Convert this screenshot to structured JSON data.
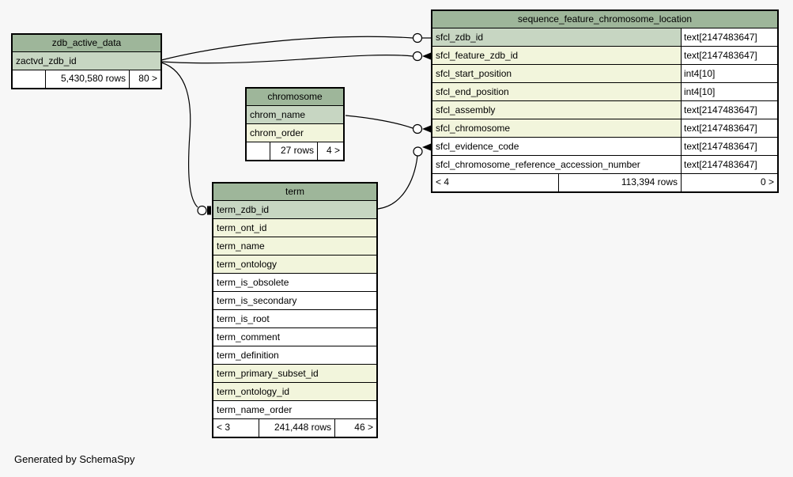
{
  "page": {
    "credit": "Generated by SchemaSpy"
  },
  "colors": {
    "header_bg": "#9eb69a",
    "key_row_bg": "#c7d6c2",
    "indexed_row_bg": "#f2f5dc",
    "plain_row_bg": "#ffffff",
    "page_bg": "#f7f7f7",
    "border": "#000000"
  },
  "tables": {
    "zdb_active_data": {
      "title": "zdb_active_data",
      "columns": [
        {
          "name": "zactvd_zdb_id",
          "kind": "key"
        }
      ],
      "footer": {
        "left": "",
        "rows": "5,430,580 rows",
        "right": "80 >"
      }
    },
    "chromosome": {
      "title": "chromosome",
      "columns": [
        {
          "name": "chrom_name",
          "kind": "key"
        },
        {
          "name": "chrom_order",
          "kind": "indexed"
        }
      ],
      "footer": {
        "left": "",
        "rows": "27 rows",
        "right": "4 >"
      }
    },
    "term": {
      "title": "term",
      "columns": [
        {
          "name": "term_zdb_id",
          "kind": "key"
        },
        {
          "name": "term_ont_id",
          "kind": "indexed"
        },
        {
          "name": "term_name",
          "kind": "indexed"
        },
        {
          "name": "term_ontology",
          "kind": "indexed"
        },
        {
          "name": "term_is_obsolete",
          "kind": "plain"
        },
        {
          "name": "term_is_secondary",
          "kind": "plain"
        },
        {
          "name": "term_is_root",
          "kind": "plain"
        },
        {
          "name": "term_comment",
          "kind": "plain"
        },
        {
          "name": "term_definition",
          "kind": "plain"
        },
        {
          "name": "term_primary_subset_id",
          "kind": "indexed"
        },
        {
          "name": "term_ontology_id",
          "kind": "indexed"
        },
        {
          "name": "term_name_order",
          "kind": "plain"
        }
      ],
      "footer": {
        "left": "< 3",
        "rows": "241,448 rows",
        "right": "46 >"
      }
    },
    "sequence_feature_chromosome_location": {
      "title": "sequence_feature_chromosome_location",
      "columns": [
        {
          "name": "sfcl_zdb_id",
          "type": "text[2147483647]",
          "kind": "key"
        },
        {
          "name": "sfcl_feature_zdb_id",
          "type": "text[2147483647]",
          "kind": "indexed"
        },
        {
          "name": "sfcl_start_position",
          "type": "int4[10]",
          "kind": "indexed"
        },
        {
          "name": "sfcl_end_position",
          "type": "int4[10]",
          "kind": "indexed"
        },
        {
          "name": "sfcl_assembly",
          "type": "text[2147483647]",
          "kind": "indexed"
        },
        {
          "name": "sfcl_chromosome",
          "type": "text[2147483647]",
          "kind": "indexed"
        },
        {
          "name": "sfcl_evidence_code",
          "type": "text[2147483647]",
          "kind": "plain"
        },
        {
          "name": "sfcl_chromosome_reference_accession_number",
          "type": "text[2147483647]",
          "kind": "plain"
        }
      ],
      "footer": {
        "left": "< 4",
        "rows": "113,394 rows",
        "right": "0 >"
      }
    }
  },
  "relationships": [
    {
      "from": "zdb_active_data.zactvd_zdb_id",
      "to": "sequence_feature_chromosome_location.sfcl_zdb_id"
    },
    {
      "from": "zdb_active_data.zactvd_zdb_id",
      "to": "sequence_feature_chromosome_location.sfcl_feature_zdb_id"
    },
    {
      "from": "zdb_active_data.zactvd_zdb_id",
      "to": "term.term_zdb_id"
    },
    {
      "from": "chromosome.chrom_name",
      "to": "sequence_feature_chromosome_location.sfcl_chromosome"
    },
    {
      "from": "term.term_zdb_id",
      "to": "sequence_feature_chromosome_location.sfcl_evidence_code"
    }
  ]
}
